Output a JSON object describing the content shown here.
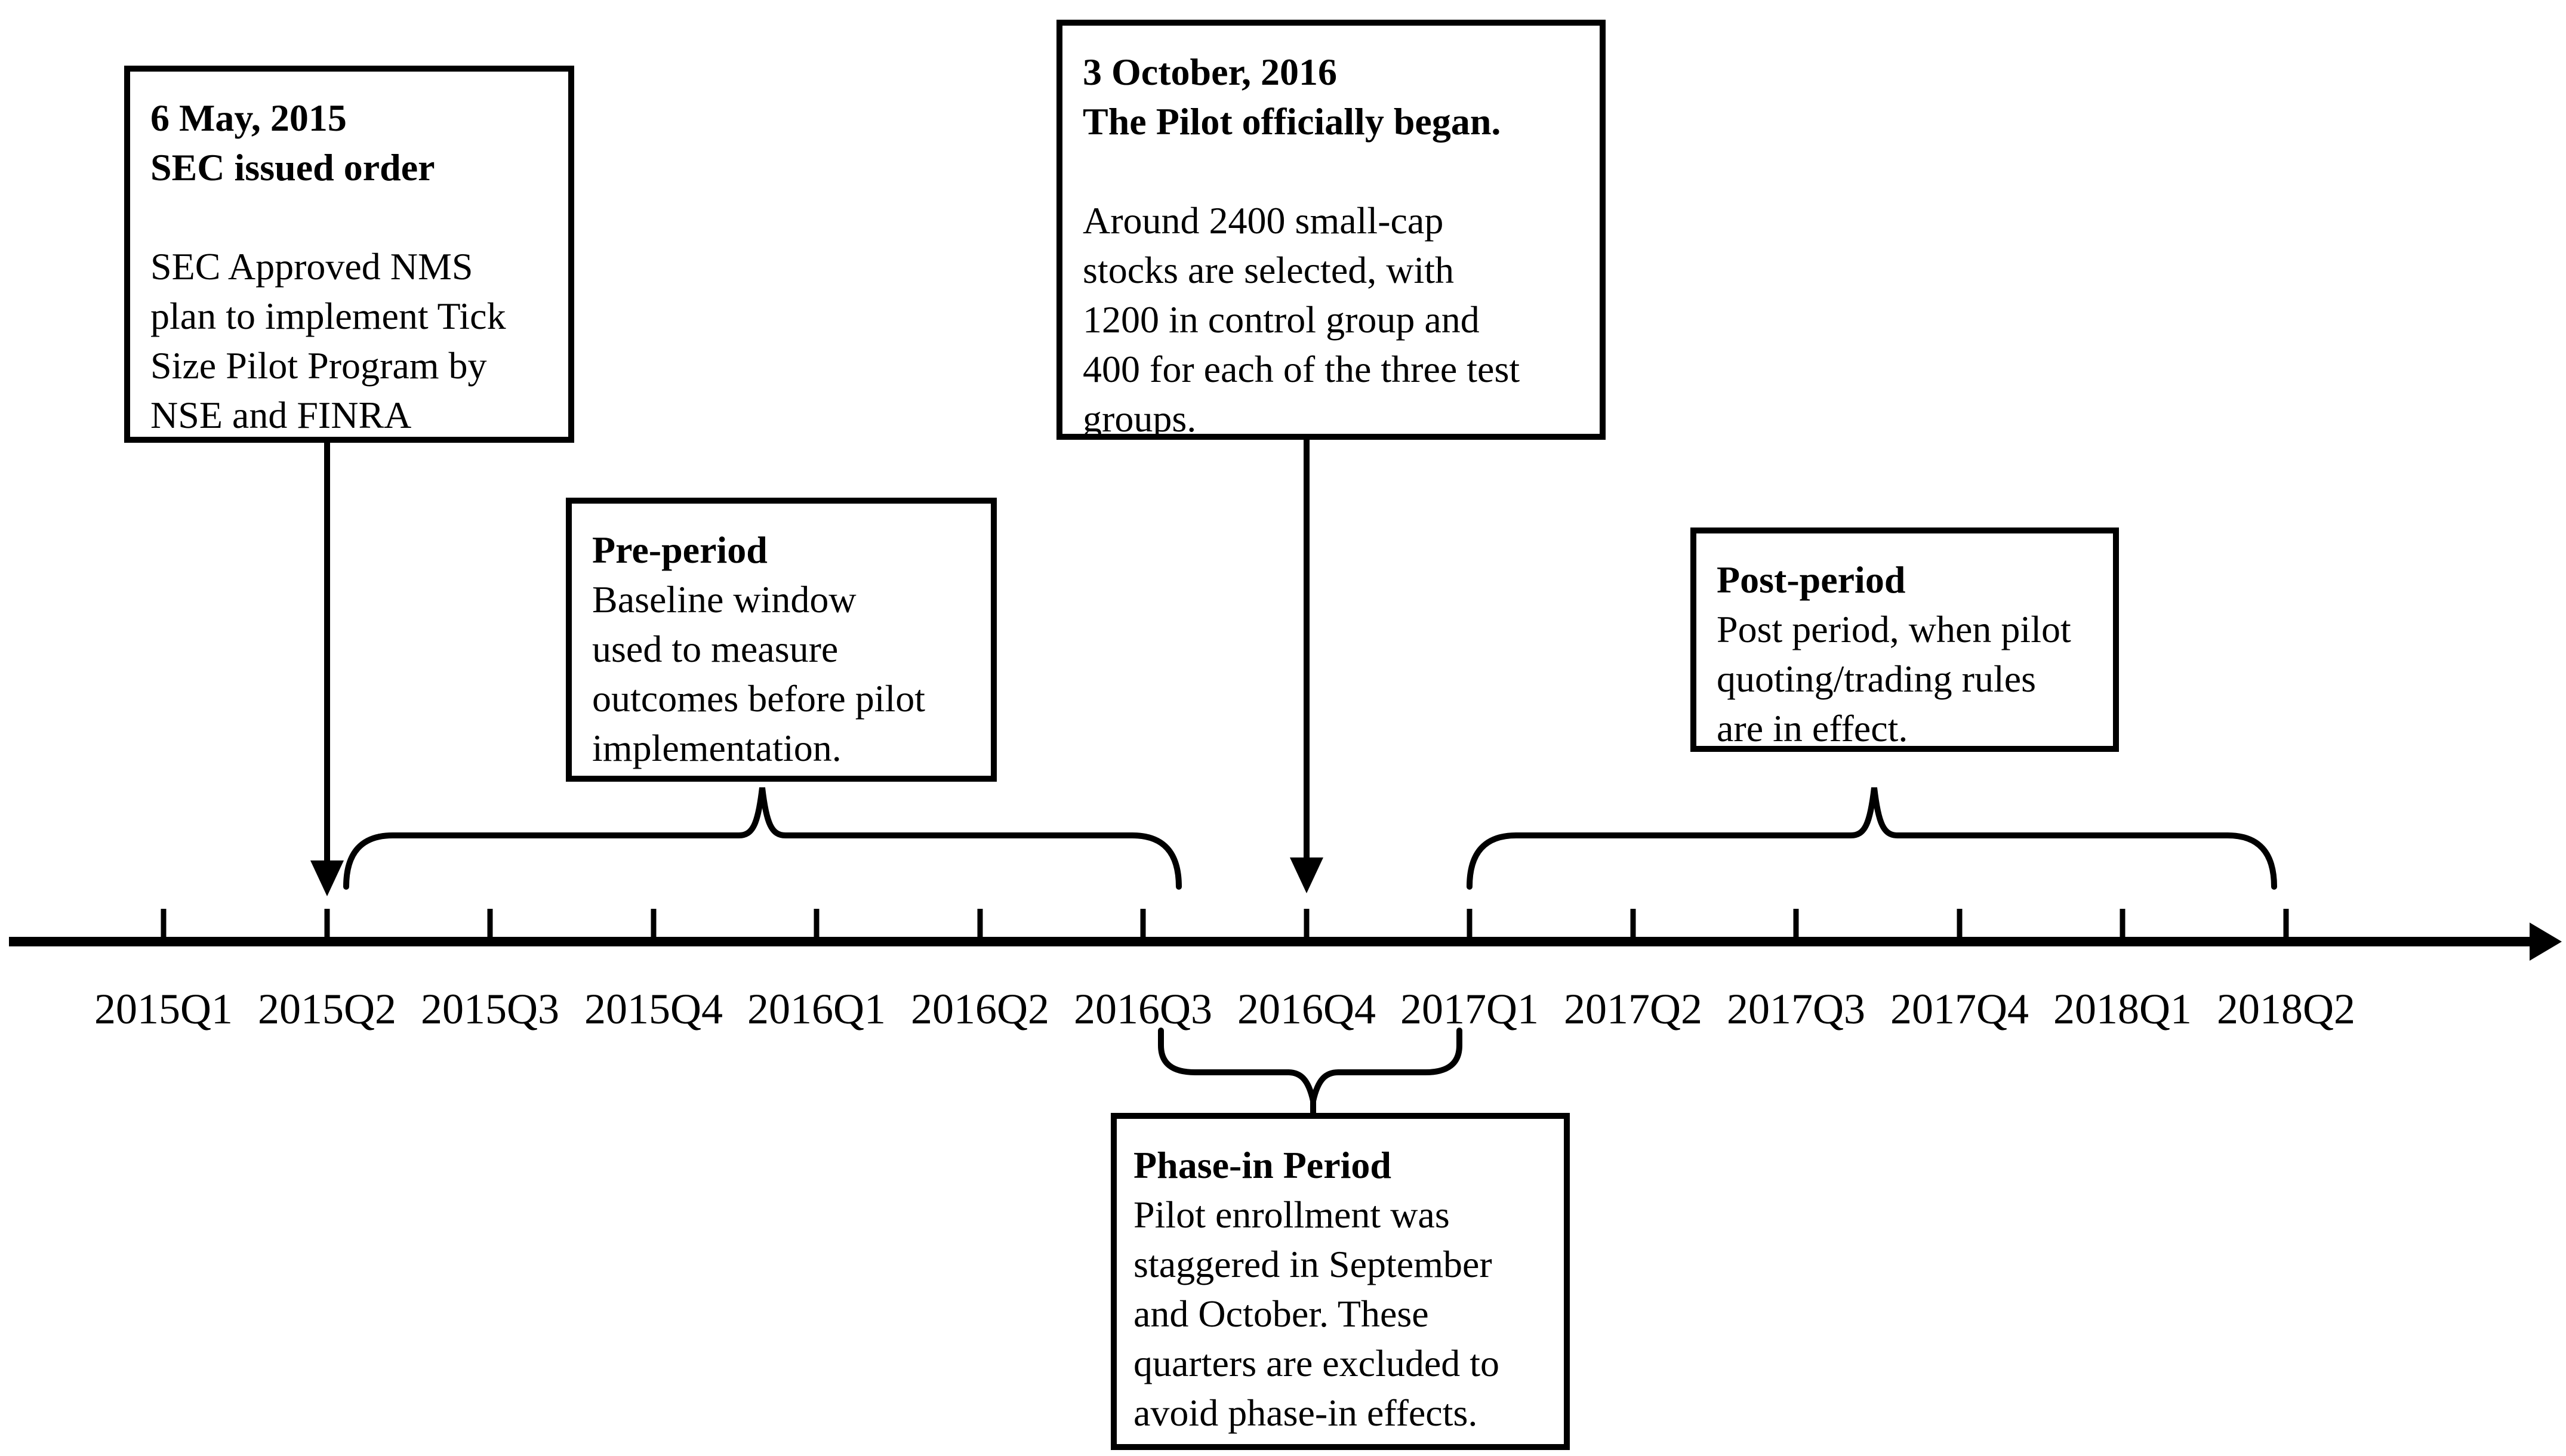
{
  "figure": {
    "background_color": "#ffffff",
    "ink_color": "#000000",
    "description": "Tick Size Pilot Program timeline"
  },
  "annotations": {
    "sec_order": {
      "title": "6 May, 2015\nSEC issued order",
      "body": "SEC Approved NMS\nplan to implement Tick\nSize Pilot Program by\nNSE and FINRA"
    },
    "pilot_began": {
      "title": "3 October, 2016\nThe Pilot officially began.",
      "body": "Around 2400 small-cap\nstocks are selected, with\n1200 in control group and\n400 for each of the three test\ngroups."
    },
    "pre_period": {
      "title": "Pre-period",
      "body": "Baseline window\nused to measure\noutcomes before pilot\nimplementation."
    },
    "post_period": {
      "title": "Post-period",
      "body": "Post period, when pilot\nquoting/trading rules\nare in effect."
    },
    "phase_in": {
      "title": "Phase-in Period",
      "body": "Pilot enrollment was\nstaggered in September\nand October. These\nquarters are excluded to\navoid phase-in effects."
    }
  },
  "timeline": {
    "quarters": [
      "2015Q1",
      "2015Q2",
      "2015Q3",
      "2015Q4",
      "2016Q1",
      "2016Q2",
      "2016Q3",
      "2016Q4",
      "2017Q1",
      "2017Q2",
      "2017Q3",
      "2017Q4",
      "2018Q1",
      "2018Q2"
    ],
    "event_1_quarter": "2015Q2",
    "event_2_quarter": "2016Q4",
    "pre_period_span": "2015Q2 to 2016Q3",
    "phase_in_span": "2016Q3 to 2017Q1",
    "post_period_span": "2017Q1 to 2018Q2"
  }
}
